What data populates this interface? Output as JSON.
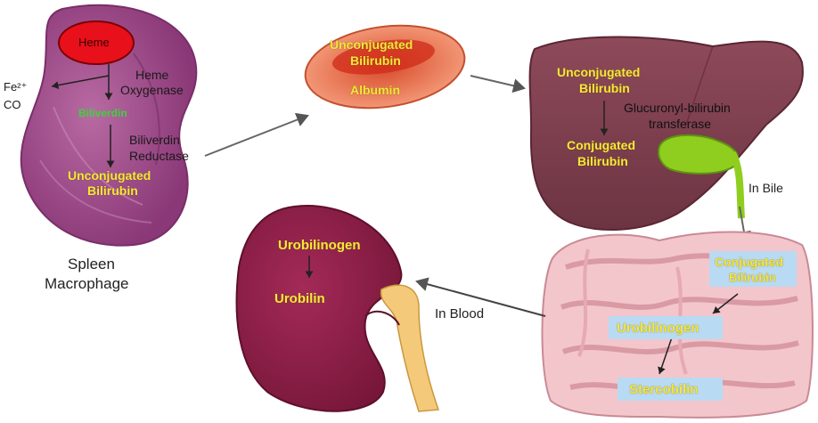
{
  "colors": {
    "spleen": "#a04a8a",
    "heme": "#e8101a",
    "rbc": "#ec7a5a",
    "liver": "#7d3f4e",
    "gallbladder": "#8fce1e",
    "kidney": "#8e1f48",
    "ureter": "#f4c97a",
    "intestine": "#f3c6cc",
    "label_yellow": "#f4e83a",
    "label_green": "#3bd33b",
    "label_box": "#b9daf3"
  },
  "spleen": {
    "heme": "Heme",
    "fe": "Fe²⁺",
    "co": "CO",
    "heme_oxygenase_1": "Heme",
    "heme_oxygenase_2": "Oxygenase",
    "biliverdin": "Biliverdin",
    "biliverdin_reductase_1": "Biliverdin",
    "biliverdin_reductase_2": "Reductase",
    "unconjugated_1": "Unconjugated",
    "unconjugated_2": "Bilirubin",
    "caption_1": "Spleen",
    "caption_2": "Macrophage"
  },
  "rbc": {
    "unconjugated_1": "Unconjugated",
    "unconjugated_2": "Bilirubin",
    "albumin": "Albumin"
  },
  "liver": {
    "unconjugated_1": "Unconjugated",
    "unconjugated_2": "Bilirubin",
    "enzyme_1": "Glucuronyl-bilirubin",
    "enzyme_2": "transferase",
    "conjugated_1": "Conjugated",
    "conjugated_2": "Bilirubin",
    "in_bile": "In Bile"
  },
  "intestine": {
    "conjugated_1": "Conjugated",
    "conjugated_2": "Bilirubin",
    "urobilinogen": "Urobilinogen",
    "stercobilin": "Stercobilin"
  },
  "kidney": {
    "urobilinogen": "Urobilinogen",
    "urobilin": "Urobilin",
    "in_blood": "In Blood"
  }
}
